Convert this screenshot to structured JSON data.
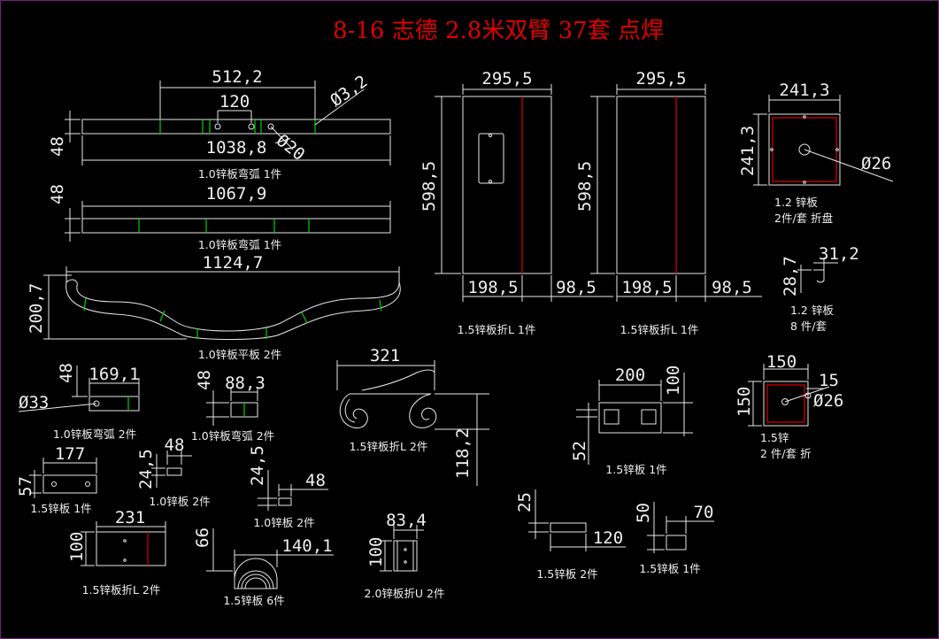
{
  "title": "8-16 志德 2.8米双臂 37套 点焊",
  "colors": {
    "background": "#000000",
    "line": "#e8e8e8",
    "accent_red": "#e00000",
    "accent_green": "#00d000",
    "border": "#7a1e7a"
  },
  "parts": {
    "p1": {
      "dims": [
        "512,2",
        "120",
        "Ø3,2",
        "1038,8",
        "Ø20",
        "48"
      ],
      "label": "1.0锌板弯弧  1件"
    },
    "p2": {
      "dims": [
        "48",
        "1067,9"
      ],
      "label": "1.0锌板弯弧  1件"
    },
    "p3": {
      "dims": [
        "1124,7",
        "200,7"
      ],
      "label": "1.0锌板平板  2件"
    },
    "p4": {
      "dims": [
        "295,5",
        "598,5",
        "198,5",
        "98,5"
      ],
      "label": "1.5锌板折L  1件"
    },
    "p5": {
      "dims": [
        "295,5",
        "598,5",
        "198,5",
        "98,5"
      ],
      "label": "1.5锌板折L  1件"
    },
    "p6": {
      "dims": [
        "241,3",
        "241,3",
        "Ø26"
      ],
      "label1": "1.2 锌板",
      "label2": "2件/套 折盘"
    },
    "p7": {
      "dims": [
        "31,2",
        "28,7"
      ],
      "label1": "1.2 锌板",
      "label2": "8 件/套"
    },
    "p8": {
      "dims": [
        "48",
        "169,1",
        "Ø33"
      ],
      "label": "1.0锌板弯弧  2件"
    },
    "p9": {
      "dims": [
        "48",
        "88,3"
      ],
      "label": "1.0锌板弯弧  2件"
    },
    "p10": {
      "dims": [
        "321",
        "118,2"
      ],
      "label": "1.5锌板折L  2件"
    },
    "p11": {
      "dims": [
        "200",
        "100",
        "52"
      ],
      "label": "1.5锌板  1件"
    },
    "p12": {
      "dims": [
        "150",
        "150",
        "15",
        "Ø26"
      ],
      "label1": "1.5锌",
      "label2": "2 件/套 折"
    },
    "p13": {
      "dims": [
        "177",
        "57"
      ],
      "label": "1.5锌板  1件"
    },
    "p14": {
      "dims": [
        "48",
        "24,5"
      ],
      "label": "1.0锌板  2件"
    },
    "p15": {
      "dims": [
        "24,5",
        "48"
      ],
      "label": "1.0锌板  2件"
    },
    "p16": {
      "dims": [
        "231",
        "100"
      ],
      "label": "1.5锌板折L  2件"
    },
    "p17": {
      "dims": [
        "66",
        "140,1"
      ],
      "label": "1.5锌板  6件"
    },
    "p18": {
      "dims": [
        "83,4",
        "100"
      ],
      "label": "2.0锌板折U  2件"
    },
    "p19": {
      "dims": [
        "25",
        "120"
      ],
      "label": "1.5锌板  2件"
    },
    "p20": {
      "dims": [
        "50",
        "70"
      ],
      "label": "1.5锌板  1件"
    }
  }
}
